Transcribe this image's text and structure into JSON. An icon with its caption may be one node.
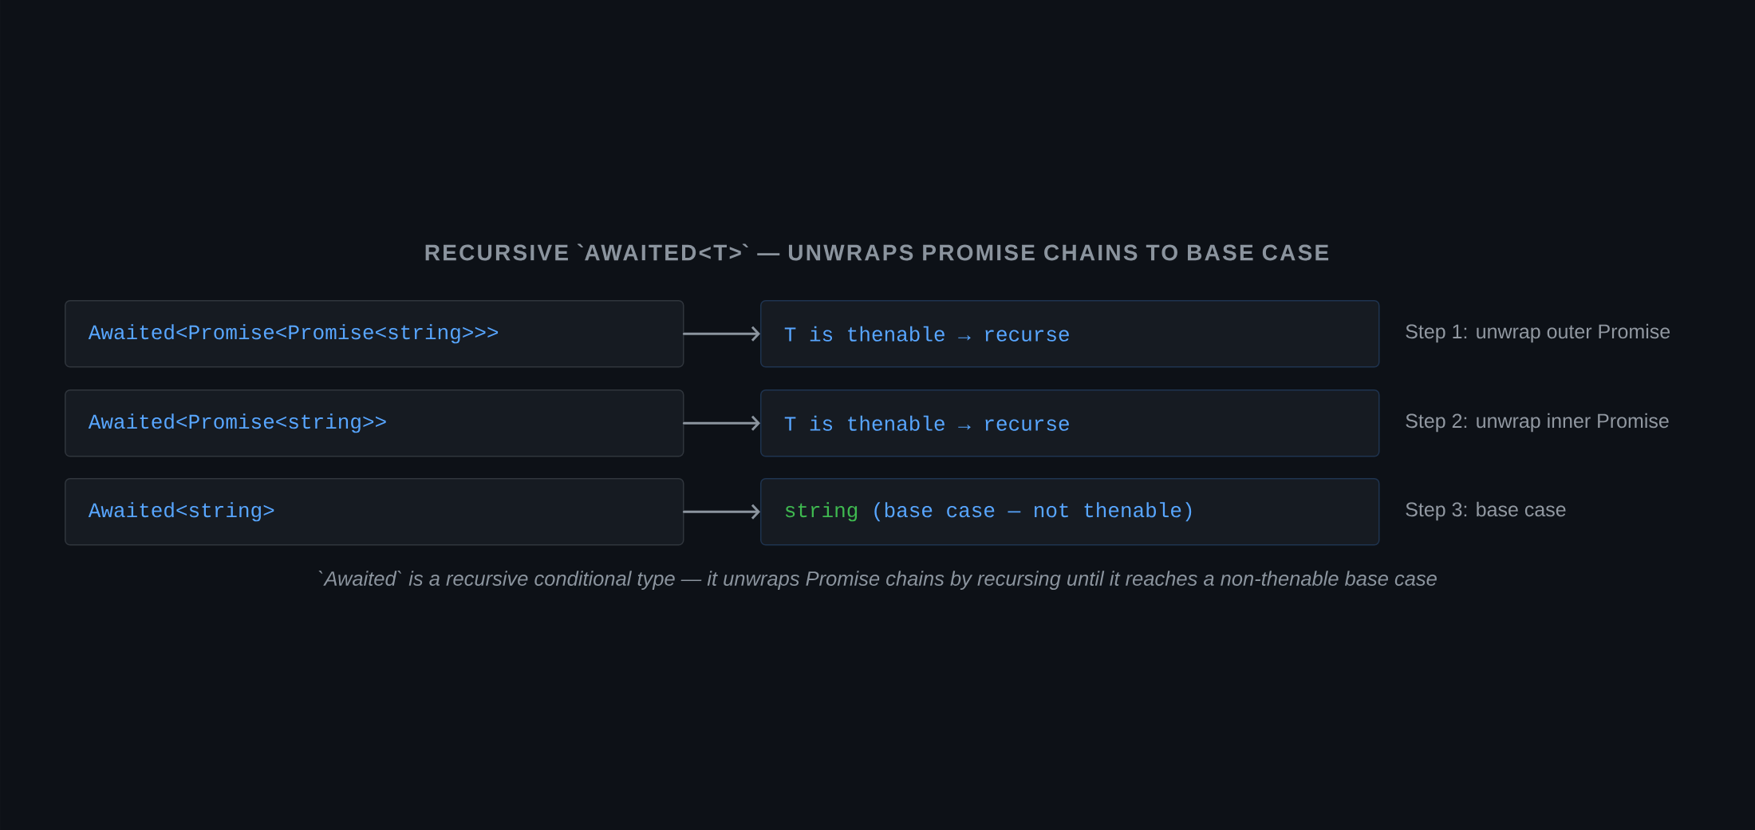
{
  "diagram": {
    "title": "RECURSIVE `AWAITED<T>` — UNWRAPS PROMISE CHAINS TO BASE CASE",
    "caption": "`Awaited` is a recursive conditional type — it unwraps Promise chains by recursing until it reaches a non-thenable base case",
    "nodes": [
      {
        "text": [
          "Awaited<Promise<Promise<string>>>"
        ]
      },
      {
        "text": [
          "T is thenable → recurse"
        ],
        "beside": [
          "Step 1: unwrap outer Promise"
        ]
      },
      {
        "text": [
          "Awaited<Promise<string>>"
        ]
      },
      {
        "text": [
          "T is thenable → recurse"
        ],
        "beside": [
          "Step 2: unwrap inner Promise"
        ]
      },
      {
        "text": [
          "Awaited<string>"
        ]
      },
      {
        "text": [
          "string",
          "(base case — not thenable)"
        ],
        "beside": [
          "Step 3: base case"
        ]
      }
    ],
    "edges": [
      {
        "from": 0,
        "to": 1,
        "arrow": "to"
      },
      {
        "from": 2,
        "to": 3,
        "arrow": "to"
      },
      {
        "from": 4,
        "to": 5,
        "arrow": "to"
      }
    ]
  }
}
